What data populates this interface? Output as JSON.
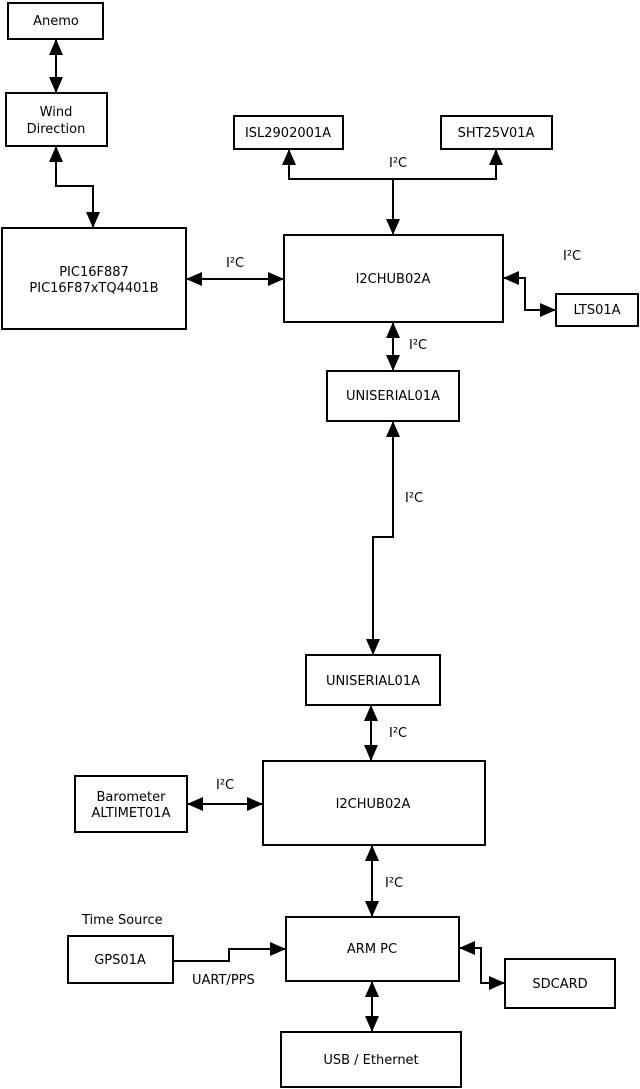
{
  "nodes": {
    "anemo": {
      "label": "Anemo"
    },
    "wind_direction": {
      "lines": [
        "Wind",
        "Direction"
      ]
    },
    "pic": {
      "lines": [
        "PIC16F887",
        "PIC16F87xTQ4401B"
      ]
    },
    "isl": {
      "label": "ISL2902001A"
    },
    "sht": {
      "label": "SHT25V01A"
    },
    "i2chub_top": {
      "label": "I2CHUB02A"
    },
    "lts": {
      "label": "LTS01A"
    },
    "uniserial_top": {
      "label": "UNISERIAL01A"
    },
    "uniserial_bottom": {
      "label": "UNISERIAL01A"
    },
    "i2chub_bottom": {
      "label": "I2CHUB02A"
    },
    "barometer": {
      "lines": [
        "Barometer",
        "ALTIMET01A"
      ]
    },
    "arm_pc": {
      "label": "ARM PC"
    },
    "gps": {
      "label": "GPS01A"
    },
    "sdcard": {
      "label": "SDCARD"
    },
    "usb_ethernet": {
      "label": "USB / Ethernet"
    }
  },
  "labels": {
    "i2c_isl_sht": "I²C",
    "i2c_pic_hub": "I²C",
    "i2c_hub_lts": "I²C",
    "i2c_hub_uniserial": "I²C",
    "i2c_uniserial_link": "I²C",
    "i2c_uniserial_hub2": "I²C",
    "i2c_barometer_hub2": "I²C",
    "i2c_hub2_armpc": "I²C",
    "uart_pps": "UART/PPS",
    "time_source": "Time Source"
  },
  "colors": {
    "background": "#ffffff",
    "line": "#000000",
    "text": "#000000",
    "box_fill": "#ffffff"
  }
}
